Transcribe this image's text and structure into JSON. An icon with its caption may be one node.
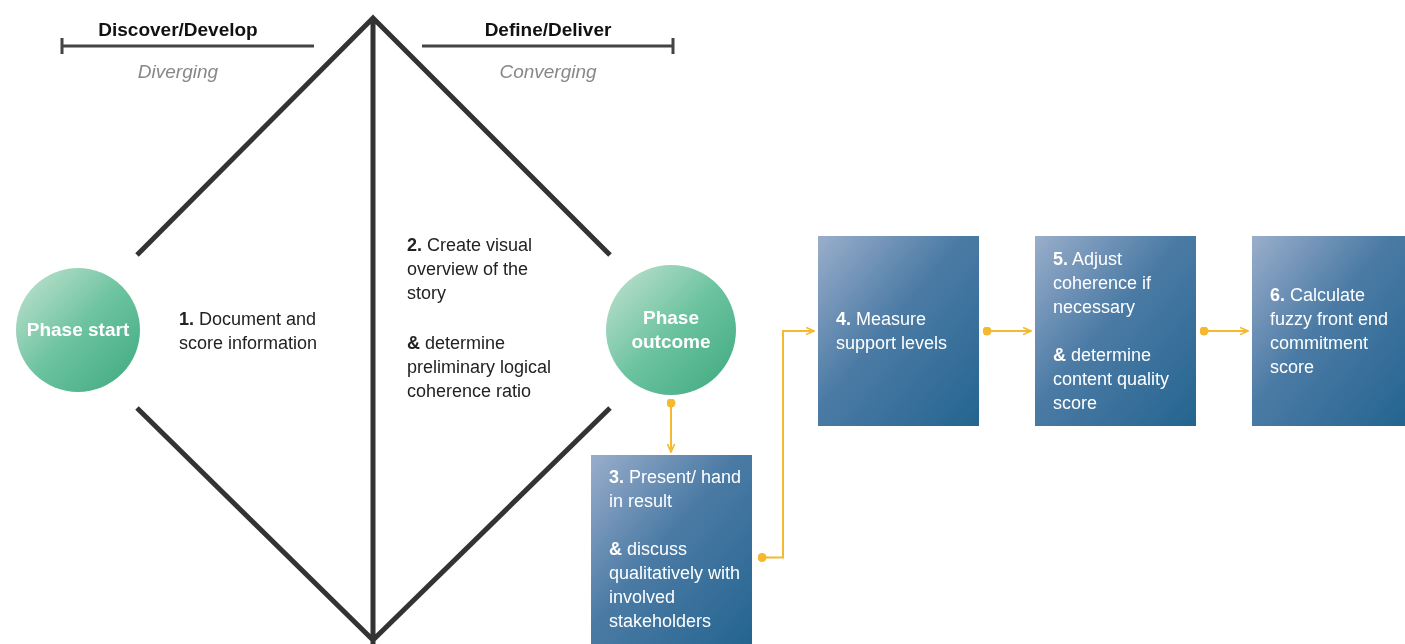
{
  "diagram": {
    "nodes": [
      {
        "text": [
          "Phase start"
        ]
      },
      {
        "text": [
          "Phase outcome"
        ]
      },
      {
        "text": [
          "**3.** Present/ hand in result",
          "**&** discuss qualitatively with involved stakeholders"
        ]
      },
      {
        "text": [
          "**4.** Measure support levels"
        ]
      },
      {
        "text": [
          "**5.** Adjust coherence if necessary",
          "**&** determine content quality score"
        ]
      },
      {
        "text": [
          "**6.** Calculate fuzzy front end commitment score"
        ]
      }
    ],
    "edges": [
      {
        "from": 1,
        "to": 2,
        "arrow": "to"
      },
      {
        "from": 2,
        "to": 3,
        "arrow": "to"
      },
      {
        "from": 3,
        "to": 4,
        "arrow": "to"
      },
      {
        "from": 4,
        "to": 5,
        "arrow": "to"
      }
    ],
    "labels": [
      "Discover/Develop",
      "Diverging",
      "Define/Deliver",
      "Converging",
      "**1.** Document and score information",
      "**2.** Create visual overview of the story",
      "**&** determine preliminary logical coherence ratio"
    ]
  }
}
